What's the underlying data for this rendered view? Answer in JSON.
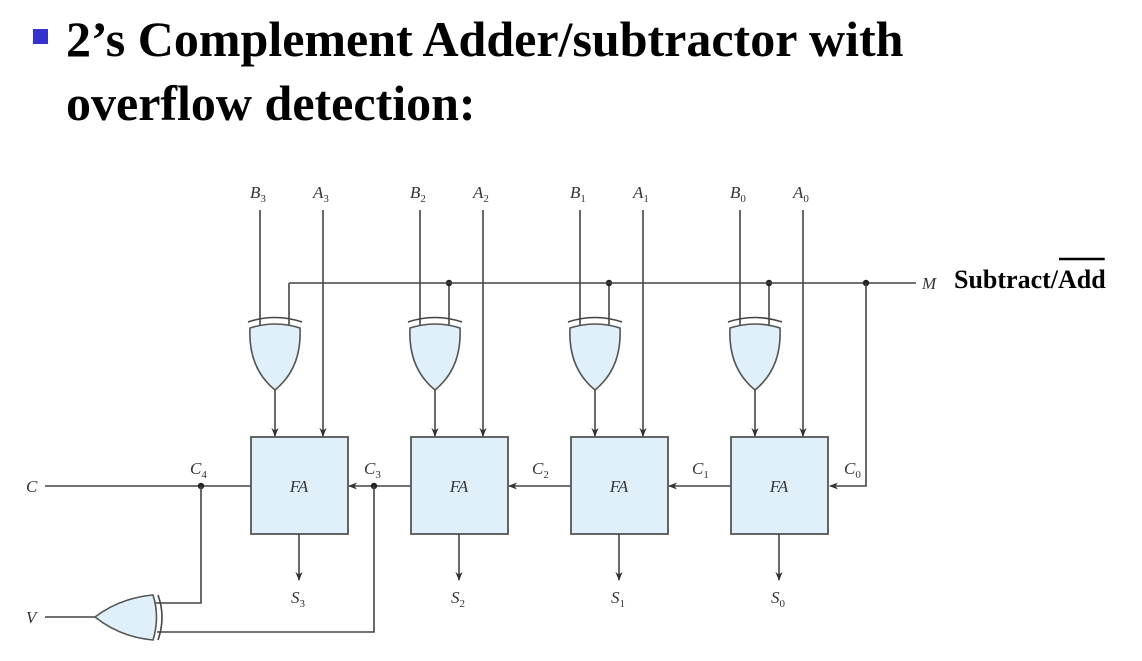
{
  "slide": {
    "bullet_color": "#3333cc",
    "title_line1": "2’s Complement Adder/subtractor with",
    "title_line2": "overflow detection:"
  },
  "diagram": {
    "inputs": [
      {
        "b_main": "B",
        "b_sub": "3",
        "a_main": "A",
        "a_sub": "3"
      },
      {
        "b_main": "B",
        "b_sub": "2",
        "a_main": "A",
        "a_sub": "2"
      },
      {
        "b_main": "B",
        "b_sub": "1",
        "a_main": "A",
        "a_sub": "1"
      },
      {
        "b_main": "B",
        "b_sub": "0",
        "a_main": "A",
        "a_sub": "0"
      }
    ],
    "mode_signal": "M",
    "mode_label_main": "Subtract/",
    "mode_label_overlined": "Add",
    "full_adder_label": "FA",
    "carries": [
      {
        "main": "C",
        "sub": "4"
      },
      {
        "main": "C",
        "sub": "3"
      },
      {
        "main": "C",
        "sub": "2"
      },
      {
        "main": "C",
        "sub": "1"
      },
      {
        "main": "C",
        "sub": "0"
      }
    ],
    "sums": [
      {
        "main": "S",
        "sub": "3"
      },
      {
        "main": "S",
        "sub": "2"
      },
      {
        "main": "S",
        "sub": "1"
      },
      {
        "main": "S",
        "sub": "0"
      }
    ],
    "carry_out_label": "C",
    "overflow_label": "V",
    "colors": {
      "component_fill": "#dff0fb",
      "wire": "#444444"
    }
  }
}
